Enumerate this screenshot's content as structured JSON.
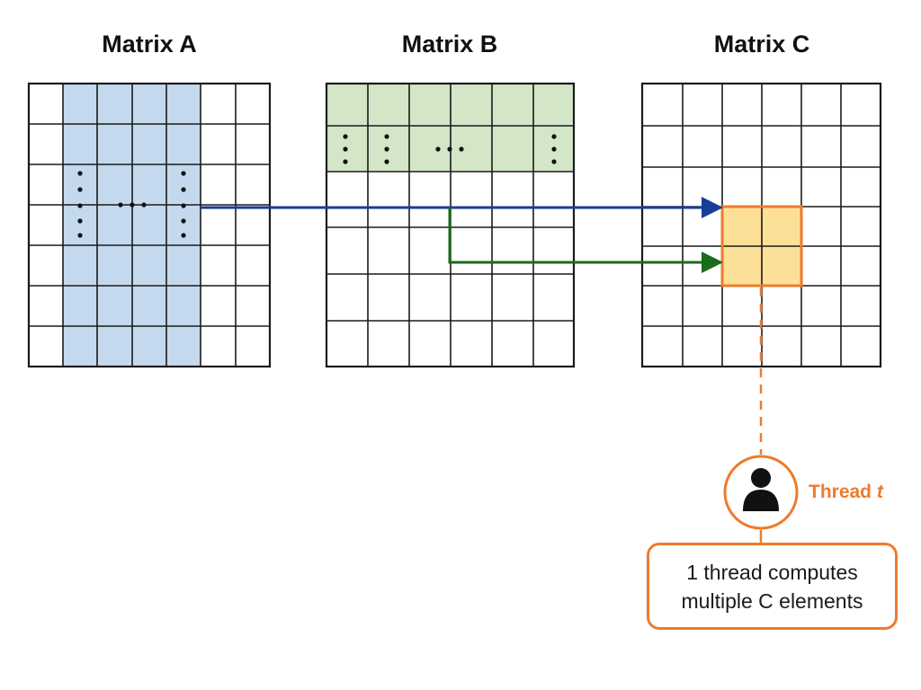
{
  "titles": {
    "matrix_a": "Matrix A",
    "matrix_b": "Matrix B",
    "matrix_c": "Matrix C"
  },
  "thread": {
    "label_prefix": "Thread ",
    "label_var": "t",
    "icon": "person-icon"
  },
  "note": {
    "line1": "1 thread computes",
    "line2": "multiple C elements"
  },
  "colors": {
    "row_col_a_highlight": "#c5d9ee",
    "row_b_highlight": "#d3e6c8",
    "c_block_fill": "#fde097",
    "accent_orange": "#ee7b2d",
    "arrow_blue": "#163e96",
    "arrow_green": "#1c6b1c",
    "grid": "#1a1a1a"
  }
}
